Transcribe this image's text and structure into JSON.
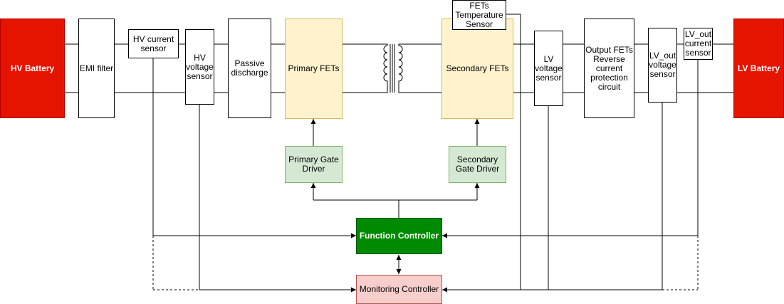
{
  "blocks": {
    "hv_battery": "HV Battery",
    "emi_filter": "EMI filter",
    "hv_current_sensor": "HV current\nsensor",
    "hv_voltage_sensor": "HV\nvoltage\nsensor",
    "passive_discharge": "Passive\ndischarge",
    "primary_fets": "Primary FETs",
    "secondary_fets": "Secondary FETs",
    "fets_temperature_sensor": "FETs\nTemperature\nSensor",
    "lv_voltage_sensor": "LV\nvoltage\nsensor",
    "output_fets": "Output FETs\nReverse\ncurrent\nprotection\ncircuit",
    "lv_out_voltage_sensor": "LV_out\nvoltage\nsensor",
    "lv_out_current_sensor": "LV_out\ncurrent\nsensor",
    "lv_battery": "LV Battery",
    "primary_gate_driver": "Primary Gate\nDriver",
    "secondary_gate_driver": "Secondary\nGate Driver",
    "function_controller": "Function Controller",
    "monitoring_controller": "Monitoring Controller"
  },
  "colors": {
    "battery": "#e51400",
    "power_stage": "#fff2cc",
    "gate_driver": "#d5e8d4",
    "function_controller": "#008a00",
    "monitoring_controller": "#f8cecc"
  }
}
